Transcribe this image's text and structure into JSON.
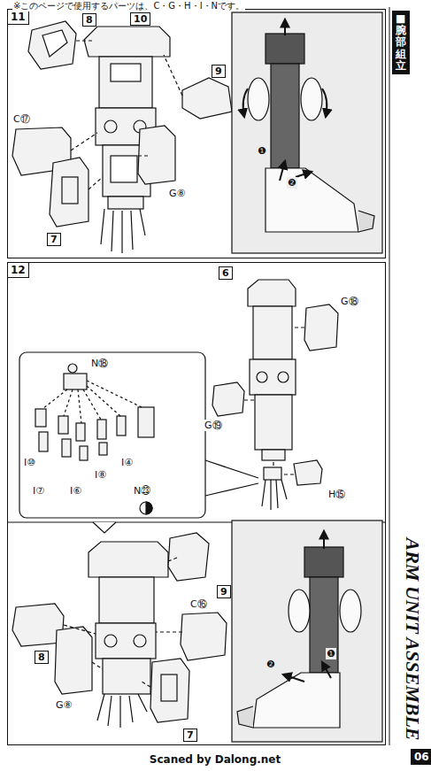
{
  "diagram": {
    "nodes": [
      {
        "text": [
          "11"
        ]
      },
      {
        "text": [
          "8"
        ],
        "in": 0
      },
      {
        "text": [
          "10"
        ],
        "in": 0
      },
      {
        "text": [
          "9"
        ],
        "in": 0
      },
      {
        "text": [
          "7"
        ],
        "in": 0
      },
      {
        "text": [
          "12"
        ]
      },
      {
        "text": [
          "6"
        ],
        "in": 5
      },
      {
        "text": [
          "9"
        ],
        "in": 5
      },
      {
        "text": [
          "8"
        ],
        "in": 5
      },
      {
        "text": [
          "7"
        ],
        "in": 5
      },
      {
        "text": [
          "■腕部組立"
        ]
      },
      {
        "text": [
          "06"
        ]
      }
    ],
    "labels": [
      "※このページで使用するパーツは、C・G・H・I・Nです。",
      "C⑰",
      "G⑧",
      "❶",
      "❷",
      "G⑱",
      "G⑲",
      "N⑱",
      "I⑩",
      "I④",
      "I⑦",
      "I⑥",
      "I⑧",
      "N㉓",
      "H⑮",
      "C⑯",
      "G⑧",
      "❶",
      "❷",
      "ARM UNIT ASSEMBLE",
      "Scaned by Dalong.net"
    ]
  }
}
